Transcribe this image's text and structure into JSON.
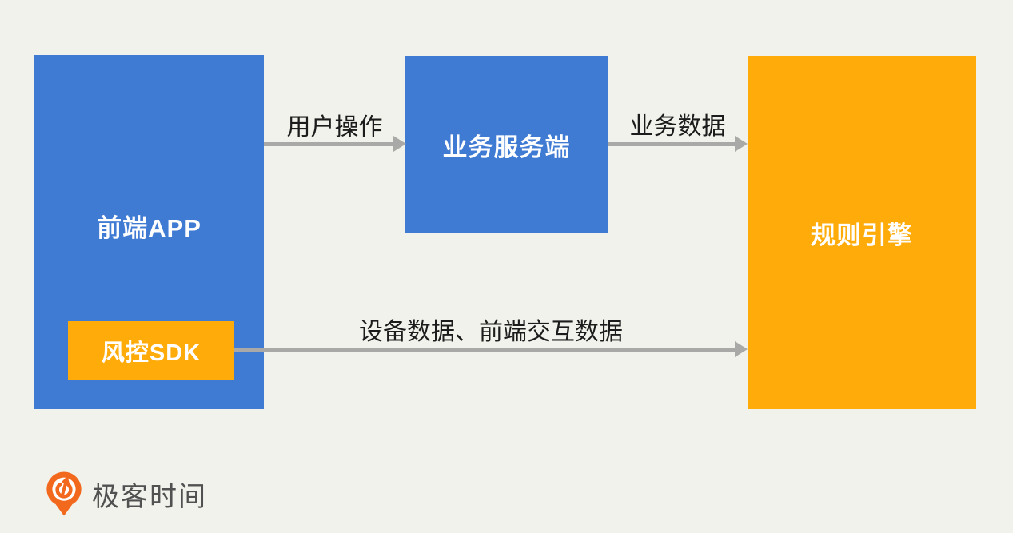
{
  "page": {
    "background": "#F2F2EC"
  },
  "palette": {
    "node_blue": "#3F7AD3",
    "node_orange": "#FFAB0A",
    "node_text": "#FFFFFF",
    "arrow_gray": "#A9A9A7",
    "edge_label_text": "#1C1C1C",
    "logo_orange": "#F2691D",
    "logo_text_color": "#515151"
  },
  "diagram": {
    "nodes": [
      {
        "id": "front-app",
        "label": "前端APP",
        "color": "#3F7AD3"
      },
      {
        "id": "risk-sdk",
        "label": "风控SDK",
        "color": "#FFAB0A"
      },
      {
        "id": "biz-server",
        "label": "业务服务端",
        "color": "#3F7AD3"
      },
      {
        "id": "rule-engine",
        "label": "规则引擎",
        "color": "#FFAB0A"
      }
    ],
    "edges": [
      {
        "id": "user-action",
        "label": "用户操作",
        "from": "front-app",
        "to": "biz-server"
      },
      {
        "id": "biz-data",
        "label": "业务数据",
        "from": "biz-server",
        "to": "rule-engine"
      },
      {
        "id": "device-data",
        "label": "设备数据、前端交互数据",
        "from": "risk-sdk",
        "to": "rule-engine"
      }
    ]
  },
  "footer": {
    "logo_icon": "geektime-pin-icon",
    "logo_text": "极客时间"
  }
}
